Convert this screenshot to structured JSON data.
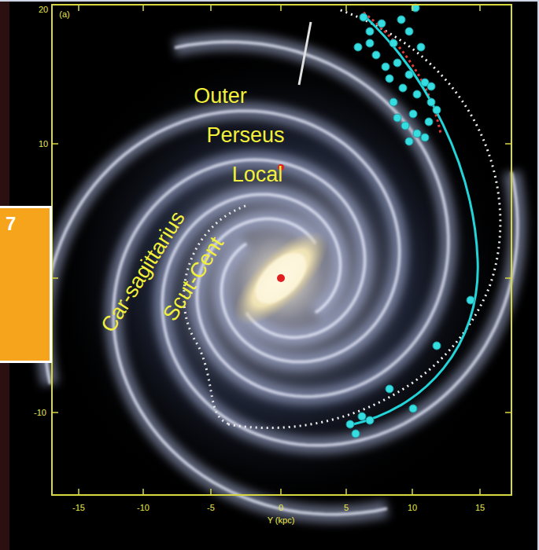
{
  "diagram": {
    "nodes": [
      {
        "text": [
          "7"
        ]
      }
    ],
    "labels": [
      "(a)",
      "20",
      "10",
      "-10",
      "-15",
      "-10",
      "-5",
      "0",
      "5",
      "10",
      "15",
      "Y (kpc)",
      "Outer",
      "Perseus",
      "Local",
      "Car-sagittarius",
      "Scut-Cent"
    ]
  }
}
